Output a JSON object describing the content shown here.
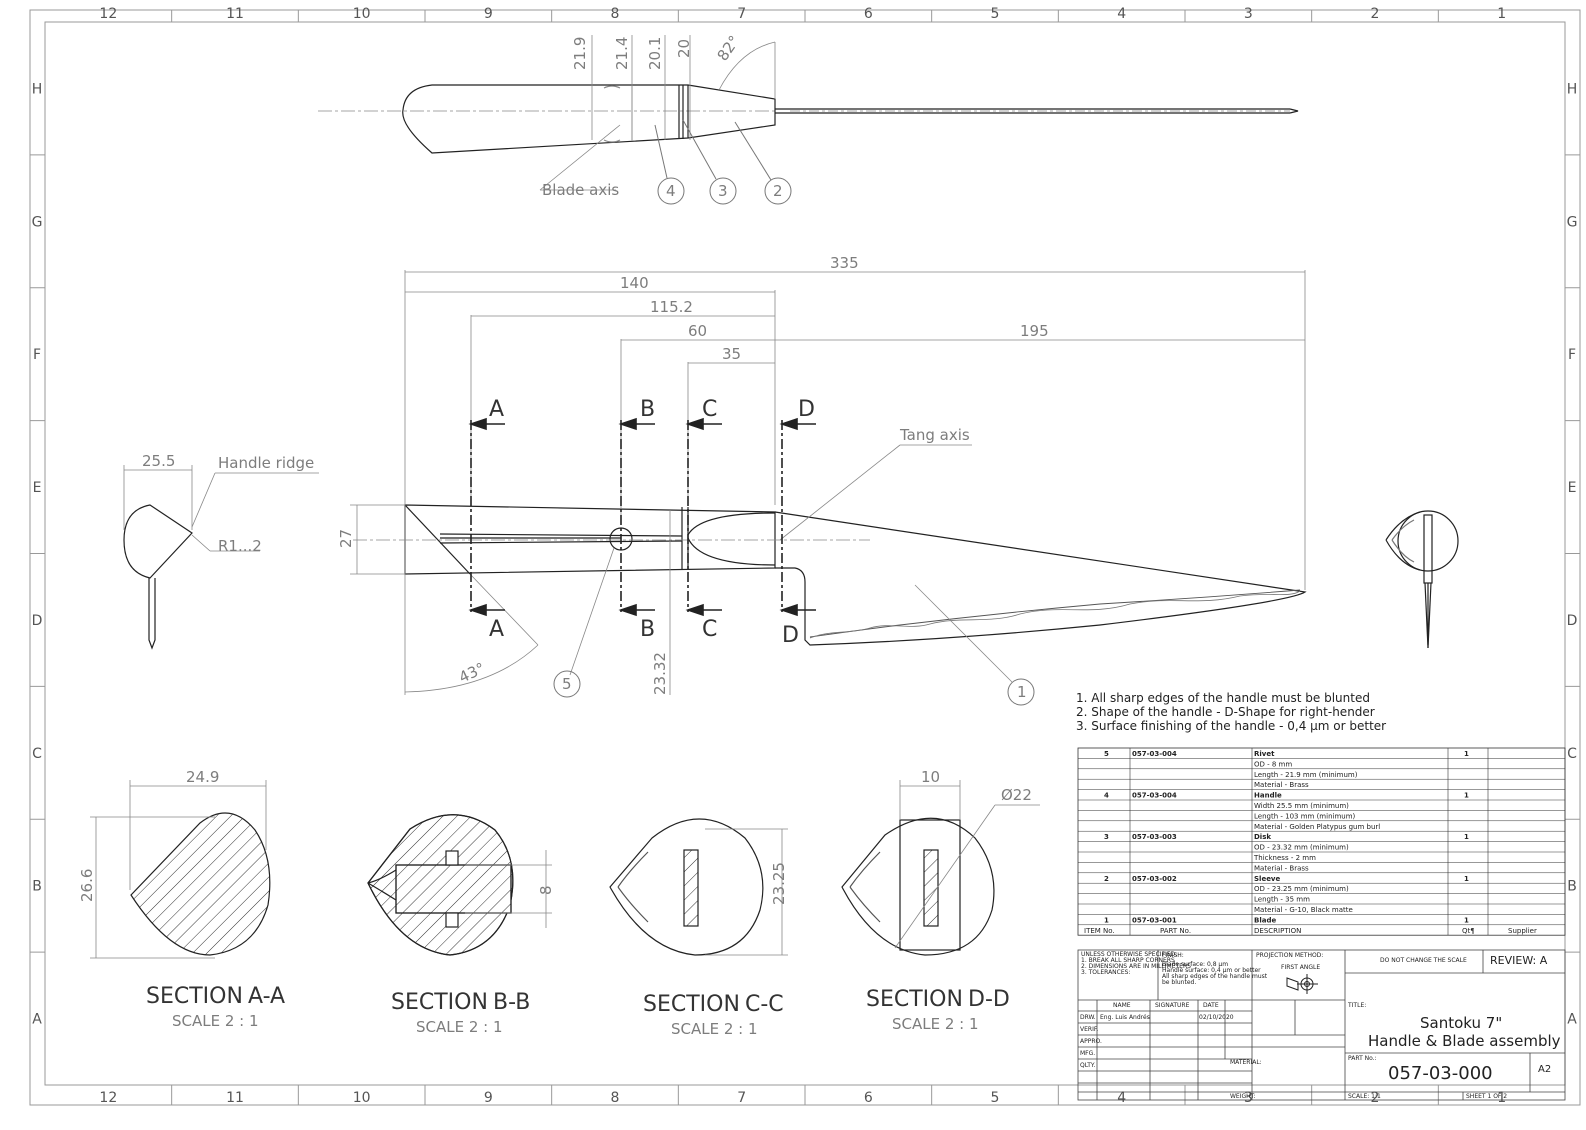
{
  "sheet": {
    "zones_cols": [
      "12",
      "11",
      "10",
      "9",
      "8",
      "7",
      "6",
      "5",
      "4",
      "3",
      "2",
      "1"
    ],
    "zones_rows": [
      "H",
      "G",
      "F",
      "E",
      "D",
      "C",
      "B",
      "A"
    ]
  },
  "top_view": {
    "dims": [
      "21.9",
      "21.4",
      "20.1",
      "20",
      "82°"
    ],
    "blade_axis": "Blade axis",
    "balloons": [
      "4",
      "3",
      "2"
    ]
  },
  "front_view": {
    "dims": {
      "overall": "335",
      "d140": "140",
      "d115": "115.2",
      "d60": "60",
      "d35": "35",
      "d195": "195",
      "h27": "27",
      "angle43": "43°",
      "d2332": "23.32"
    },
    "section_letters": [
      "A",
      "B",
      "C",
      "D"
    ],
    "tang_axis": "Tang axis",
    "balloons": [
      "5",
      "1"
    ]
  },
  "end_view": {
    "dim": "25.5",
    "ridge": "Handle ridge",
    "radius": "R1...2"
  },
  "notes": [
    "1.   All sharp edges of the handle must be blunted",
    "2.   Shape of the handle - D-Shape for right-hender",
    "3.   Surface finishing of the handle - 0,4 µm or better"
  ],
  "sections": [
    {
      "title": "SECTION",
      "suffix": "A-A",
      "scale": "SCALE 2 : 1",
      "dims": [
        "24.9",
        "26.6"
      ]
    },
    {
      "title": "SECTION",
      "suffix": "B-B",
      "scale": "SCALE 2 : 1",
      "dims": [
        "8"
      ]
    },
    {
      "title": "SECTION",
      "suffix": "C-C",
      "scale": "SCALE 2 : 1",
      "dims": [
        "23.25"
      ]
    },
    {
      "title": "SECTION",
      "suffix": "D-D",
      "scale": "SCALE 2 : 1",
      "dims": [
        "10",
        "Ø22"
      ]
    }
  ],
  "bom": {
    "rows": [
      {
        "item": "5",
        "part": "057-03-004",
        "desc": "Rivet",
        "qty": "1"
      },
      {
        "item": "",
        "part": "",
        "desc": "OD - 8 mm",
        "qty": ""
      },
      {
        "item": "",
        "part": "",
        "desc": "Length - 21.9 mm (minimum)",
        "qty": ""
      },
      {
        "item": "",
        "part": "",
        "desc": "Material - Brass",
        "qty": ""
      },
      {
        "item": "4",
        "part": "057-03-004",
        "desc": "Handle",
        "qty": "1"
      },
      {
        "item": "",
        "part": "",
        "desc": "Width 25.5 mm (minimum)",
        "qty": ""
      },
      {
        "item": "",
        "part": "",
        "desc": "Length - 103 mm (minimum)",
        "qty": ""
      },
      {
        "item": "",
        "part": "",
        "desc": "Material -  Golden Platypus gum burl",
        "qty": ""
      },
      {
        "item": "3",
        "part": "057-03-003",
        "desc": "Disk",
        "qty": "1"
      },
      {
        "item": "",
        "part": "",
        "desc": "OD - 23.32 mm (minimum)",
        "qty": ""
      },
      {
        "item": "",
        "part": "",
        "desc": "Thickness - 2 mm",
        "qty": ""
      },
      {
        "item": "",
        "part": "",
        "desc": "Material - Brass",
        "qty": ""
      },
      {
        "item": "2",
        "part": "057-03-002",
        "desc": "Sleeve",
        "qty": "1"
      },
      {
        "item": "",
        "part": "",
        "desc": "OD - 23.25 mm (minimum)",
        "qty": ""
      },
      {
        "item": "",
        "part": "",
        "desc": "Length - 35 mm",
        "qty": ""
      },
      {
        "item": "",
        "part": "",
        "desc": "Material - G-10, Black matte",
        "qty": ""
      },
      {
        "item": "1",
        "part": "057-03-001",
        "desc": "Blade",
        "qty": "1"
      }
    ],
    "header": {
      "item": "ITEM No.",
      "part": "PART No.",
      "desc": "DESCRIPTION",
      "qty": "Qt¶",
      "supplier": "Supplier"
    }
  },
  "title_block": {
    "unless": "UNLESS OTHERWISE SPECIFIED:",
    "break": "1. BREAK ALL SHARP CORNERS",
    "dims_mm": "2. DIMENSIONS ARE IN MILLIMETERS",
    "tol": "3. TOLERANCES:",
    "finish": "FINISH:",
    "finish1": "Blade surface: 0,8 µm",
    "finish2": "Handle surface: 0,4 µm or better",
    "finish3": "All sharp edges of the handle must",
    "finish4": "be blunted.",
    "projection": "PROJECTION METHOD:",
    "first_angle": "FIRST ANGLE",
    "no_scale": "DO NOT CHANGE THE SCALE",
    "review": "REVIEW: A",
    "name": "NAME",
    "signature": "SIGNATURE",
    "date": "DATE",
    "drw": "DRW.",
    "drw_name": "Eng. Luis Andrés",
    "drw_date": "02/10/2020",
    "verif": "VERIF.",
    "appro": "APPRO.",
    "mfg": "MFG.",
    "qlty": "QLTY.",
    "title_label": "TITLE:",
    "title1": "Santoku 7\"",
    "title2": "Handle & Blade assembly",
    "material": "MATERIAL:",
    "weight": "WEIGHT:",
    "part_no_label": "PART No.:",
    "part_no": "057-03-000",
    "size": "A2",
    "scale": "SCALE: 1:1",
    "sheet": "SHEET 1 OF 2"
  }
}
